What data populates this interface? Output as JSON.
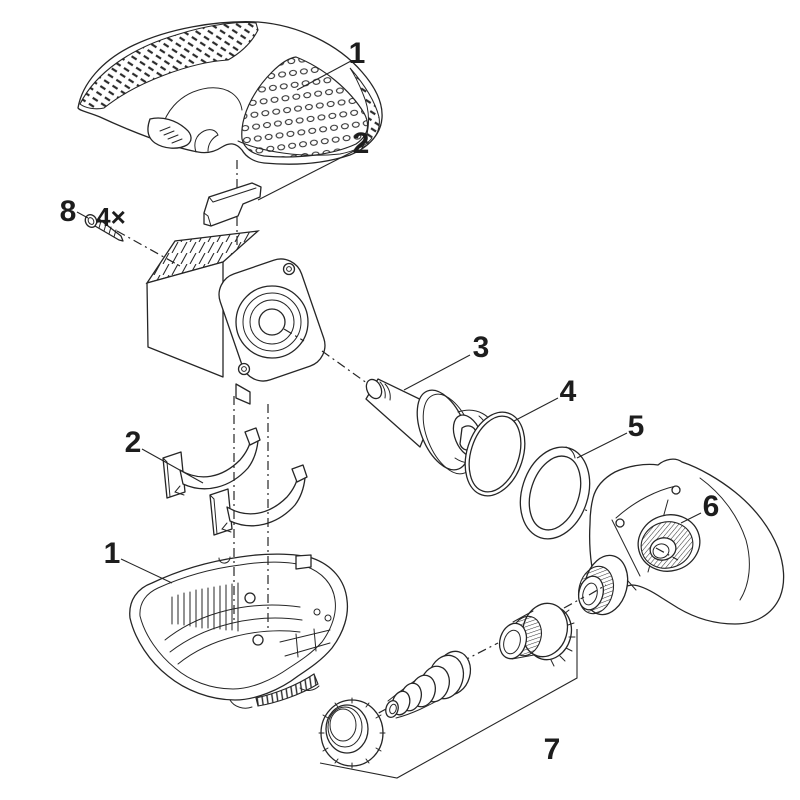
{
  "figure": {
    "kind": "exploded-parts-diagram",
    "background_color": "#ffffff",
    "line_color": "#262626"
  },
  "callouts": [
    {
      "text": "1",
      "part": "top-strainer-cover"
    },
    {
      "text": "2",
      "part": "upper-clamp"
    },
    {
      "text": "8",
      "part": "screw"
    },
    {
      "text": "4×",
      "part": "screw-quantity"
    },
    {
      "text": "2",
      "part": "lower-clamps"
    },
    {
      "text": "1",
      "part": "bottom-strainer-shell"
    },
    {
      "text": "3",
      "part": "rotor-impeller"
    },
    {
      "text": "4",
      "part": "o-ring"
    },
    {
      "text": "5",
      "part": "retaining-ring"
    },
    {
      "text": "6",
      "part": "outlet-elbow"
    },
    {
      "text": "7",
      "part": "hose-connection-set"
    }
  ]
}
